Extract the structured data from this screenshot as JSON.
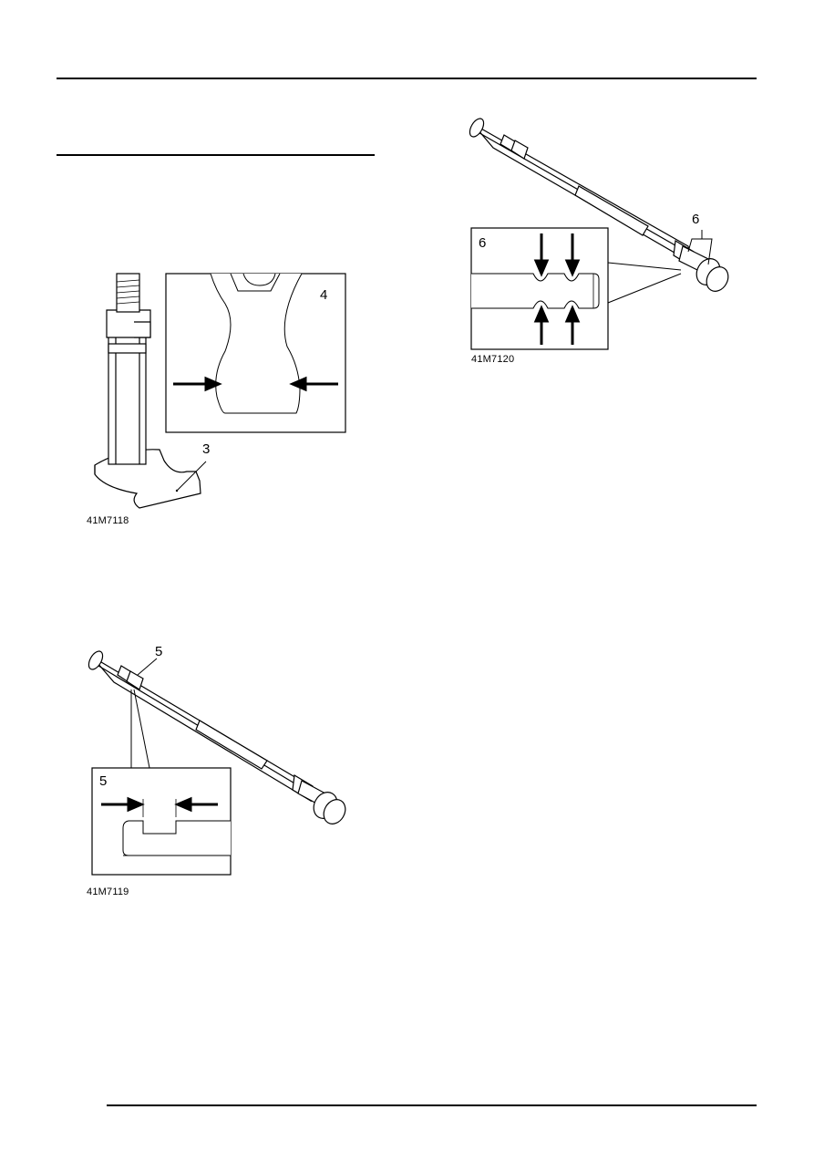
{
  "figures": [
    {
      "id": "fig-7118",
      "code": "41M7118",
      "callouts": {
        "main": "3",
        "inset": "4"
      }
    },
    {
      "id": "fig-7119",
      "code": "41M7119",
      "callouts": {
        "main": "5",
        "inset": "5"
      }
    },
    {
      "id": "fig-7120",
      "code": "41M7120",
      "callouts": {
        "main": "6",
        "inset": "6"
      }
    }
  ]
}
